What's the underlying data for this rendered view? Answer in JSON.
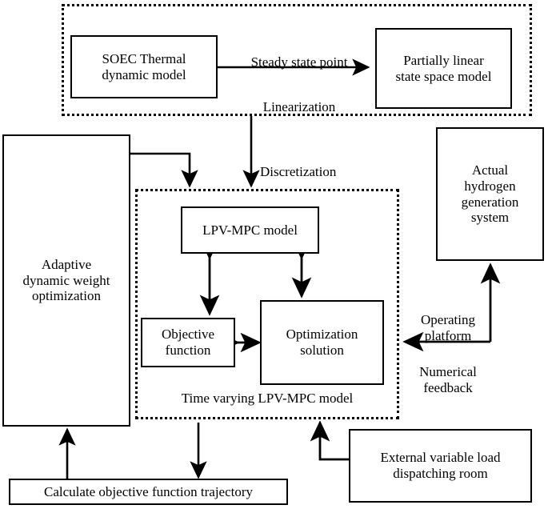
{
  "diagram": {
    "title": "SOEC LPV-MPC adaptive dynamic weight optimization control architecture",
    "stroke_color": "#000000",
    "background_color": "#ffffff"
  },
  "groups": [
    {
      "id": "modeling-group",
      "label": "",
      "style": "dotted"
    },
    {
      "id": "lpv-mpc-group",
      "label": "Time varying LPV-MPC model",
      "style": "dotted"
    }
  ],
  "nodes": {
    "soec_thermal_dynamic_model": "SOEC Thermal\ndynamic model",
    "partially_linear_state_space_model": "Partially linear\nstate space model",
    "adaptive_dynamic_weight_optimization": "Adaptive\ndynamic weight\noptimization",
    "lpv_mpc_model": "LPV-MPC model",
    "objective_function": "Objective\nfunction",
    "optimization_solution": "Optimization\nsolution",
    "actual_hydrogen_generation_system": "Actual\nhydrogen\ngeneration\nsystem",
    "calculate_objective_function_trajectory": "Calculate objective function trajectory",
    "external_variable_load_dispatching_room": "External variable load\ndispatching room"
  },
  "edge_labels": {
    "steady_state_point": "Steady state point",
    "linearization": "Linearization",
    "discretization": "Discretization",
    "operating_platform": "Operating\nplatform",
    "numerical_feedback": "Numerical\nfeedback"
  }
}
